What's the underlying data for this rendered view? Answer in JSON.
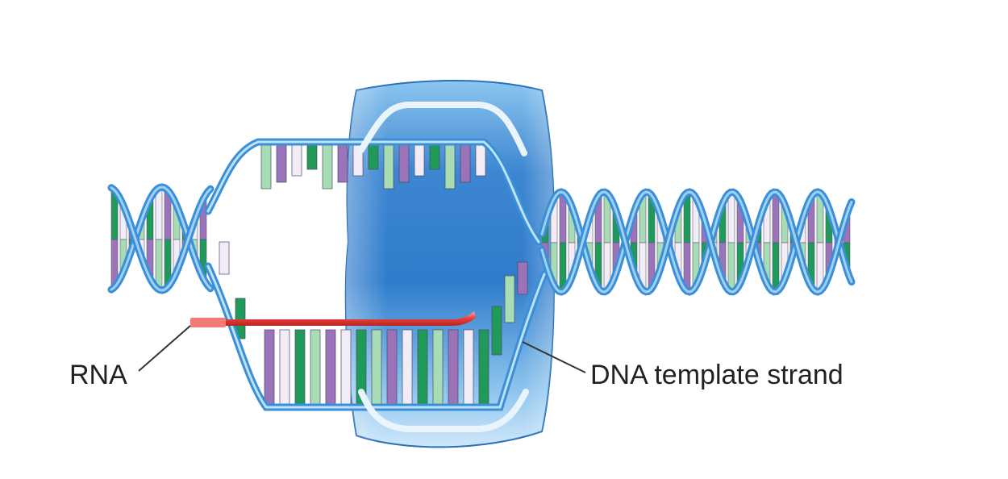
{
  "labels": {
    "rna": "RNA",
    "dna_template": "DNA template strand"
  },
  "colors": {
    "backbone": "#3a8fd6",
    "backbone_light": "#9fd0f5",
    "polymerase": "#3f8fd3",
    "rna": "#e8403b",
    "base_dark_green": "#1f9a58",
    "base_light_green": "#a8dcb5",
    "base_purple": "#9b73b8",
    "base_pale": "#f1ecf6"
  },
  "icons": [
    "rna-polymerase-enzyme",
    "dna-double-helix"
  ]
}
